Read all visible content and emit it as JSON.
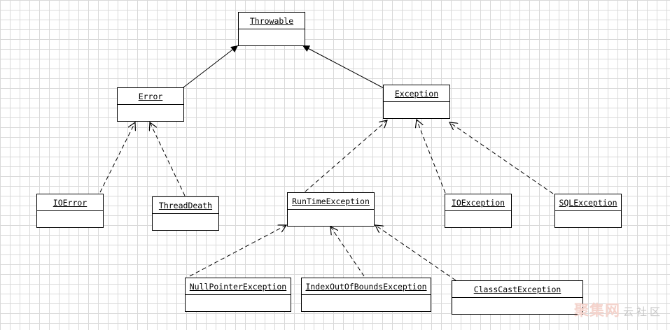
{
  "diagram": {
    "classes": {
      "throwable": "Throwable",
      "error": "Error",
      "exception": "Exception",
      "ioerror": "IOError",
      "threaddeath": "ThreadDeath",
      "runtime": "RunTimeException",
      "ioexception": "IOException",
      "sqlexception": "SQLException",
      "nullpointer": "NullPointerException",
      "indexoutofbounds": "IndexOutOfBoundsException",
      "classcast": "ClassCastException"
    }
  },
  "watermark": {
    "main": "聚集网",
    "sub": "云社区"
  }
}
